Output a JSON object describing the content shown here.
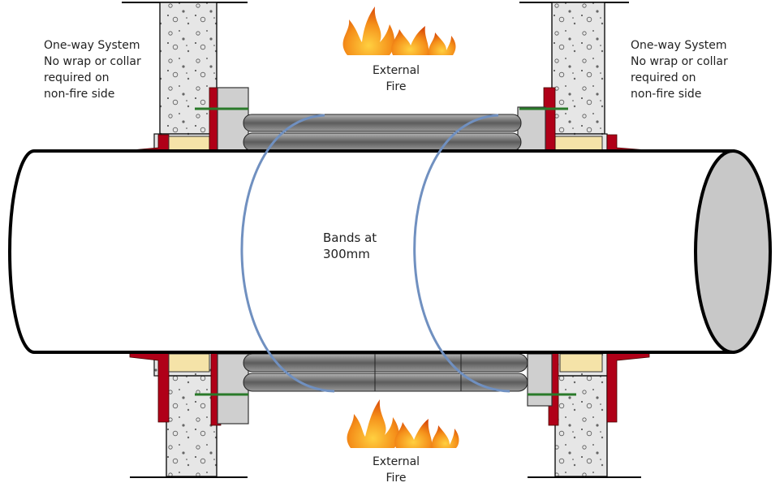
{
  "notes": {
    "left": [
      "One-way System",
      "No wrap or collar",
      "required on",
      "non-fire side"
    ],
    "right": [
      "One-way System",
      "No wrap or collar",
      "required on",
      "non-fire side"
    ]
  },
  "fire": {
    "top": [
      "External",
      "Fire"
    ],
    "bottom": [
      "External",
      "Fire"
    ]
  },
  "bands": [
    "Bands at",
    "300mm"
  ],
  "colors": {
    "pipe_fill": "#ffffff",
    "pipe_outline": "#000000",
    "pipe_end": "#c8c8c8",
    "concrete": "#e6e6e6",
    "sleeve": "#8a8a8a",
    "band": "#7090c0",
    "seal_red": "#b00018",
    "pad_yellow": "#f5e3a8",
    "flame_orange": "#f07a10",
    "flame_yellow": "#ffd040"
  }
}
